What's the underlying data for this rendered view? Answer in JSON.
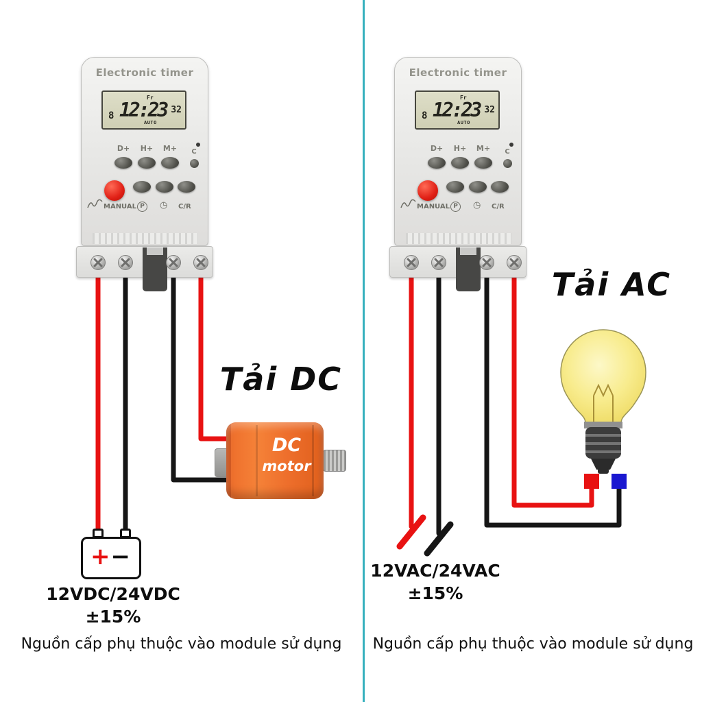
{
  "page": {
    "divider_color": "#35b0bd",
    "background": "#ffffff"
  },
  "timer": {
    "title": "Electronic timer",
    "lcd": {
      "day": "8",
      "weekday": "Fr",
      "time": "12:23",
      "seconds": "32",
      "mode": "AUTO"
    },
    "buttons": {
      "day_plus": "D+",
      "hour_plus": "H+",
      "minute_plus": "M+",
      "c": "C",
      "p": "P",
      "clock_icon": "◷",
      "manual": "MANUAL",
      "count_reset": "C/R"
    }
  },
  "left_panel": {
    "load_label": "Tải DC",
    "motor_text_top": "DC",
    "motor_text_bottom": "motor",
    "battery_plus": "+",
    "battery_minus": "−",
    "voltage": "12VDC/24VDC",
    "tolerance": "±15%",
    "caption": "Nguồn cấp phụ thuộc vào module sử dụng"
  },
  "right_panel": {
    "load_label": "Tải AC",
    "voltage": "12VAC/24VAC",
    "tolerance": "±15%",
    "caption": "Nguồn cấp phụ thuộc vào module sử dụng"
  },
  "colors": {
    "wire_red": "#e81212",
    "wire_black": "#161616",
    "motor_orange": "#ee6f2c",
    "bulb_yellow": "#f8ec8e",
    "contact_red": "#e81212",
    "contact_blue": "#1a18d0"
  }
}
